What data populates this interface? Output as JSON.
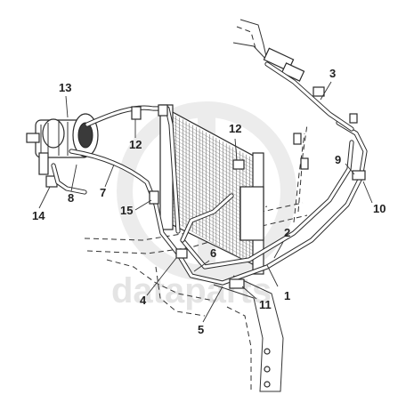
{
  "watermark": {
    "text": "dataparts"
  },
  "callouts": [
    {
      "label": "1"
    },
    {
      "label": "2"
    },
    {
      "label": "3"
    },
    {
      "label": "4"
    },
    {
      "label": "5"
    },
    {
      "label": "6"
    },
    {
      "label": "7"
    },
    {
      "label": "8"
    },
    {
      "label": "9"
    },
    {
      "label": "10"
    },
    {
      "label": "11"
    },
    {
      "label": "12"
    },
    {
      "label": "12"
    },
    {
      "label": "13"
    },
    {
      "label": "14"
    },
    {
      "label": "15"
    }
  ]
}
